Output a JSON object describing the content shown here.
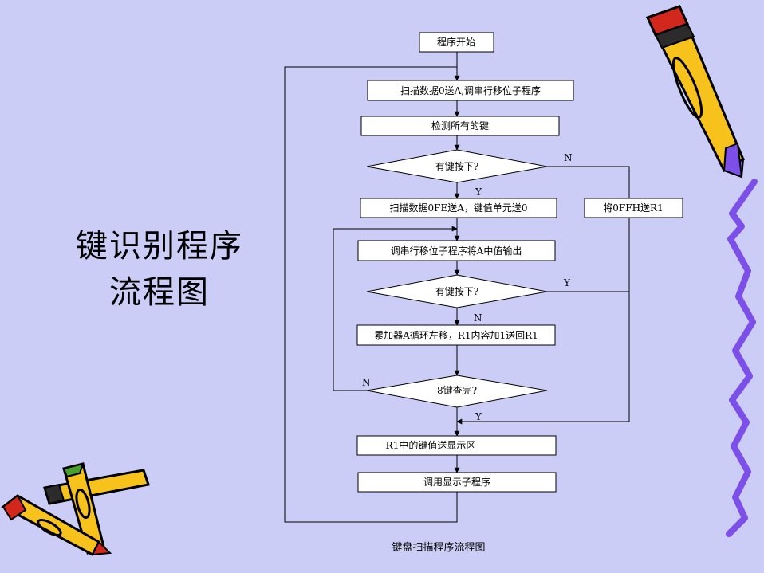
{
  "slide": {
    "title_line1": "键识别程序",
    "title_line2": "流程图",
    "footer": "键盘扫描程序流程图"
  },
  "flowchart": {
    "nodes": {
      "start": "程序开始",
      "scan0": "扫描数据0送A,调串行移位子程序",
      "detect": "检测所有的键",
      "q1": "有键按下?",
      "scanFE": "扫描数据0FE送A，键值单元送0",
      "setR1": "将0FFH送R1",
      "shift": "调串行移位子程序将A中值输出",
      "q2": "有键按下?",
      "rotate": "累加器A循环左移，R1内容加1送回R1",
      "q3": "8键查完?",
      "sendR1": "R1中的键值送显示区",
      "display": "调用显示子程序"
    },
    "labels": {
      "q1_no": "N",
      "q1_yes": "Y",
      "q2_yes": "Y",
      "q2_no": "N",
      "q3_no": "N",
      "q3_yes": "Y"
    }
  }
}
